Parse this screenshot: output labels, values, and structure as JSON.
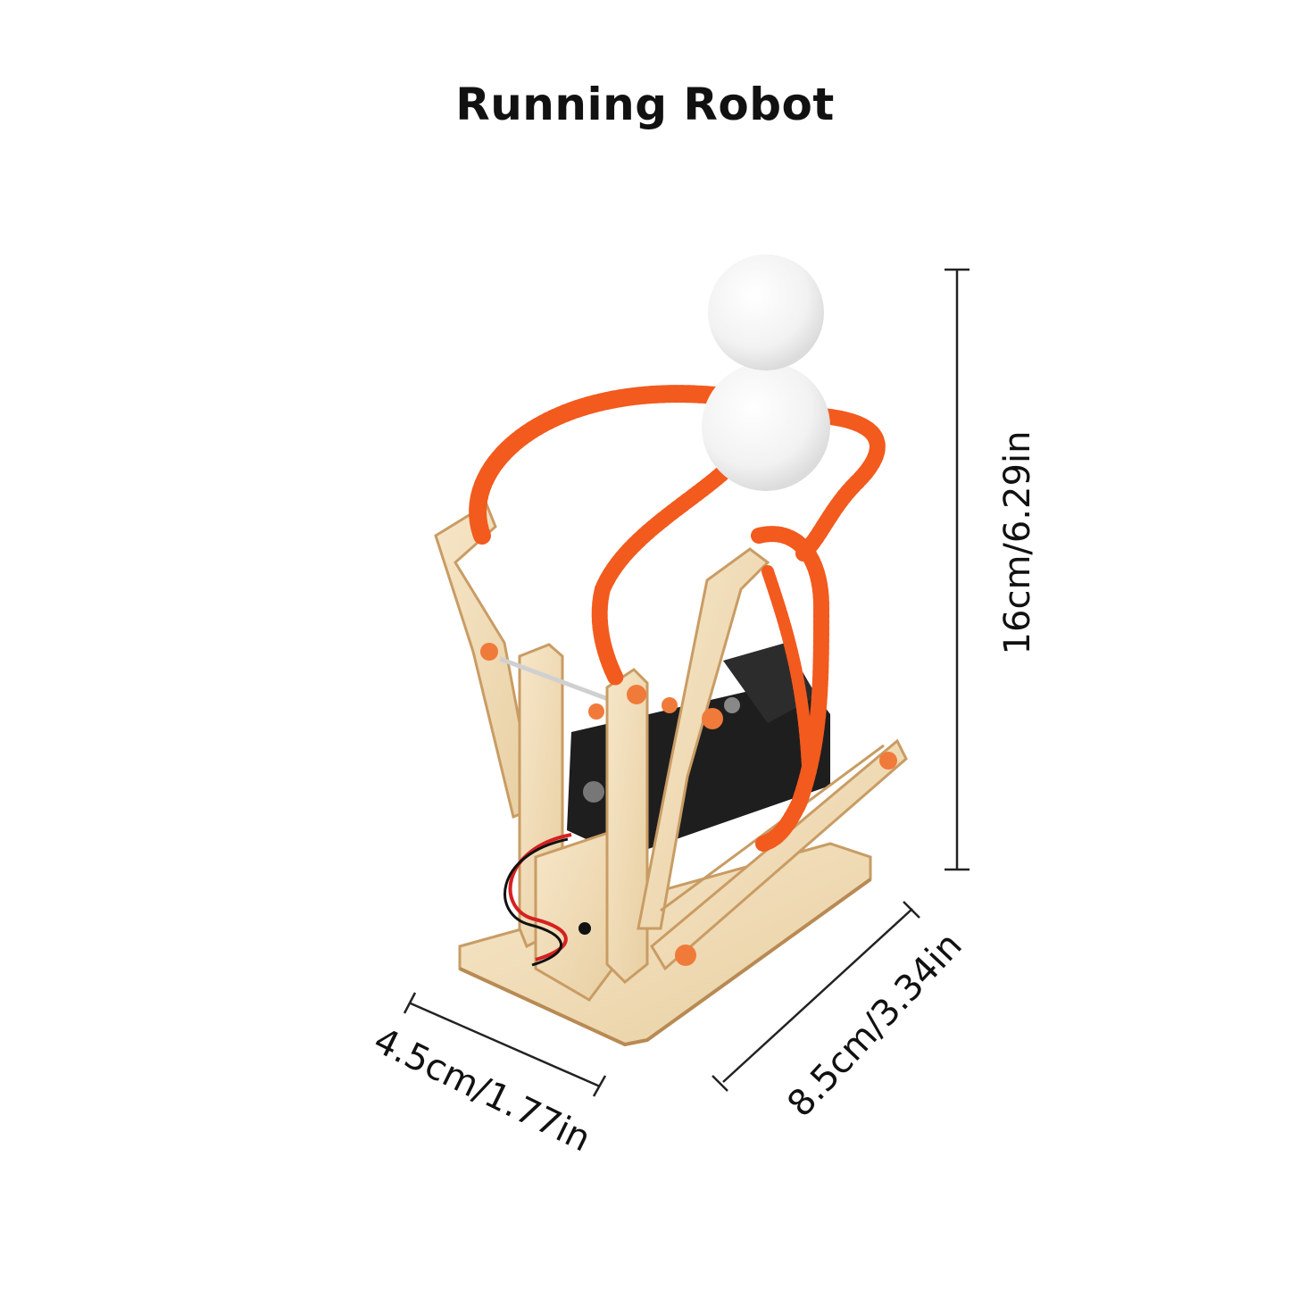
{
  "title": "Running Robot",
  "dimensions": {
    "height": "16cm/6.29in",
    "width": "4.5cm/1.77in",
    "depth": "8.5cm/3.34in"
  },
  "colors": {
    "wood": "#f0dcb8",
    "wood_edge": "#c99c64",
    "pipe_cleaner": "#f25a1e",
    "foam": "#f4f4f4",
    "motor": "#1e1e1e",
    "wire_red": "#d62020"
  }
}
